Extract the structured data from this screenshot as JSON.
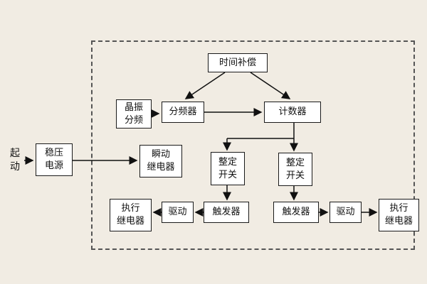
{
  "colors": {
    "background": "#f1ece3",
    "node_background": "#ffffff",
    "node_border": "#1a1a1a",
    "boundary_dash": "#555555",
    "line": "#111111"
  },
  "nodes": {
    "start": "起\n动",
    "power_supply": "稳压\n电源",
    "time_compensation": "时间补偿",
    "crystal_divider": "晶振\n分频",
    "frequency_divider": "分频器",
    "counter": "计数器",
    "instant_relay": "瞬动\n继电器",
    "setting_switch_left": "整定\n开关",
    "setting_switch_right": "整定\n开关",
    "trigger_left": "触发器",
    "trigger_right": "触发器",
    "drive_left": "驱动",
    "drive_right": "驱动",
    "exec_relay_left": "执行\n继电器",
    "exec_relay_right": "执行\n继电器"
  }
}
